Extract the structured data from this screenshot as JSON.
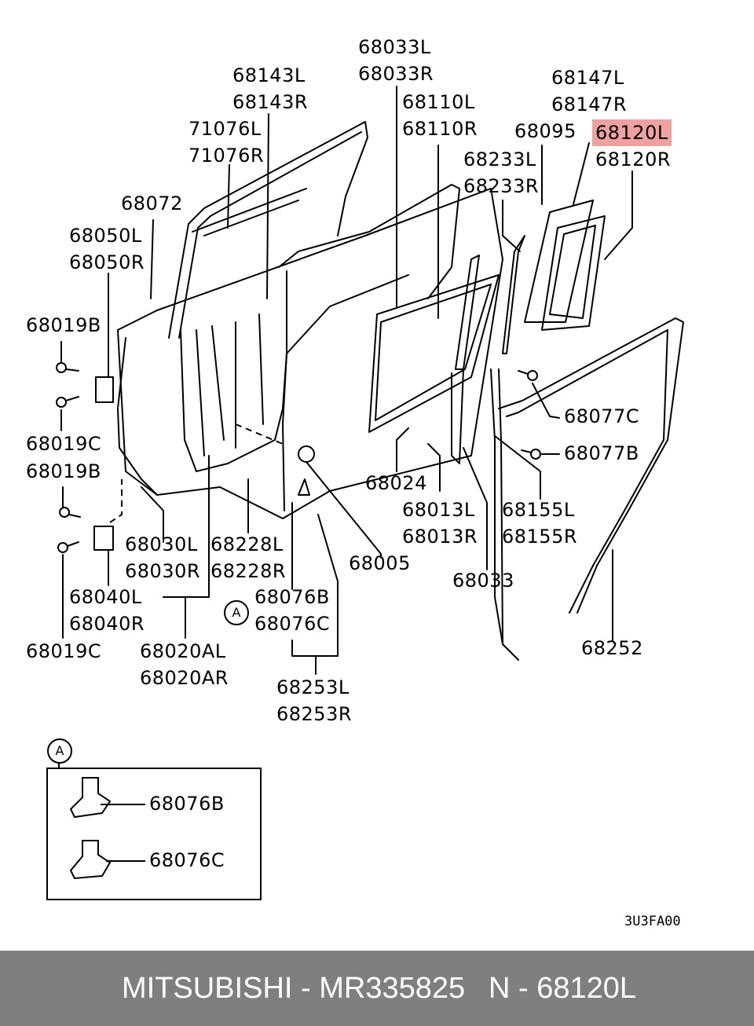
{
  "labels": {
    "l68033L": "68033L",
    "l68033R": "68033R",
    "l68143L": "68143L",
    "l68143R": "68143R",
    "l71076L": "71076L",
    "l71076R": "71076R",
    "l68110L": "68110L",
    "l68110R": "68110R",
    "l68147L": "68147L",
    "l68147R": "68147R",
    "l68095": "68095",
    "l68120L": "68120L",
    "l68120R": "68120R",
    "l68233L": "68233L",
    "l68233R": "68233R",
    "l68072": "68072",
    "l68050L": "68050L",
    "l68050R": "68050R",
    "l68019B_top": "68019B",
    "l68019C_mid": "68019C",
    "l68019B_mid": "68019B",
    "l68077C": "68077C",
    "l68077B": "68077B",
    "l68024": "68024",
    "l68013L": "68013L",
    "l68013R": "68013R",
    "l68155L": "68155L",
    "l68155R": "68155R",
    "l68030L": "68030L",
    "l68030R": "68030R",
    "l68228L": "68228L",
    "l68228R": "68228R",
    "l68005": "68005",
    "l68033": "68033",
    "l68040L": "68040L",
    "l68040R": "68040R",
    "l68076B": "68076B",
    "l68076C": "68076C",
    "l68019C_bot": "68019C",
    "l68020AL": "68020AL",
    "l68020AR": "68020AR",
    "l68253L": "68253L",
    "l68253R": "68253R",
    "l68252": "68252"
  },
  "inset": {
    "marker": "A",
    "b_label": "68076B",
    "c_label": "68076C"
  },
  "marker_a": "A",
  "diagram_code": "3U3FA00",
  "highlight_color": "#f0a0a0",
  "footer": {
    "left": "MITSUBISHI - MR335825",
    "right": "N - 68120L",
    "bg_color": "#7f7f7f"
  }
}
